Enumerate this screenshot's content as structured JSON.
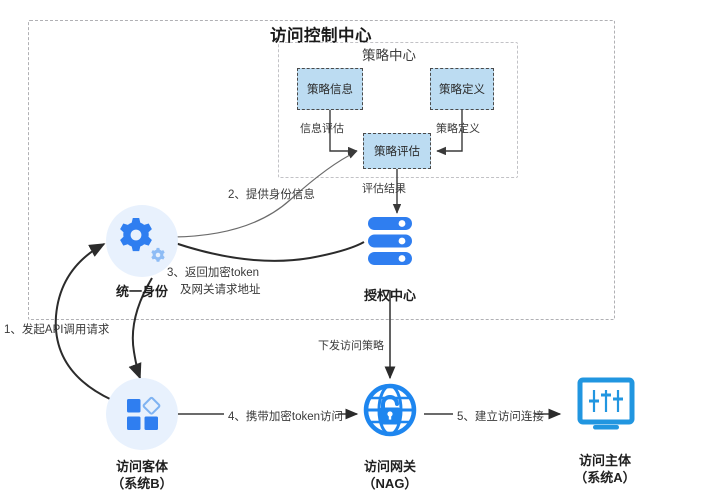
{
  "diagram": {
    "title": "访问控制中心",
    "policy_center": {
      "title": "策略中心",
      "boxes": [
        {
          "id": "policy-info",
          "label": "策略信息"
        },
        {
          "id": "policy-definition",
          "label": "策略定义"
        },
        {
          "id": "policy-evaluation",
          "label": "策略评估"
        }
      ],
      "edges": [
        {
          "id": "info-to-eval",
          "label": "信息评估"
        },
        {
          "id": "def-to-eval",
          "label": "策略定义"
        },
        {
          "id": "eval-result",
          "label": "评估结果"
        }
      ]
    },
    "nodes": [
      {
        "id": "identity",
        "icon": "gear-icon",
        "caption": "统一身份"
      },
      {
        "id": "authorization-center",
        "icon": "server-icon",
        "caption": "授权中心"
      },
      {
        "id": "access-object",
        "icon": "blocks-icon",
        "caption_line1": "访问客体",
        "caption_line2": "（系统B）"
      },
      {
        "id": "access-gateway",
        "icon": "globe-lock-icon",
        "caption_line1": "访问网关",
        "caption_line2": "（NAG）"
      },
      {
        "id": "access-subject",
        "icon": "monitor-sliders-icon",
        "caption_line1": "访问主体",
        "caption_line2": "（系统A）"
      }
    ],
    "flow_labels": {
      "step1": "1、发起API调用请求",
      "step2": "2、提供身份信息",
      "step3_line1": "3、返回加密token",
      "step3_line2": "及网关请求地址",
      "step4": "4、携带加密token访问",
      "step5": "5、建立访问连接",
      "issue_policy": "下发访问策略"
    }
  },
  "colors": {
    "accent_blue": "#2f7ef0",
    "light_blue_fill": "#bcdcf2",
    "disc_bg": "#e8f1fd",
    "gateway_blue": "#1e86ef",
    "subject_blue": "#2196e0",
    "dashed_border": "#b0b0b4",
    "text": "#333333"
  }
}
